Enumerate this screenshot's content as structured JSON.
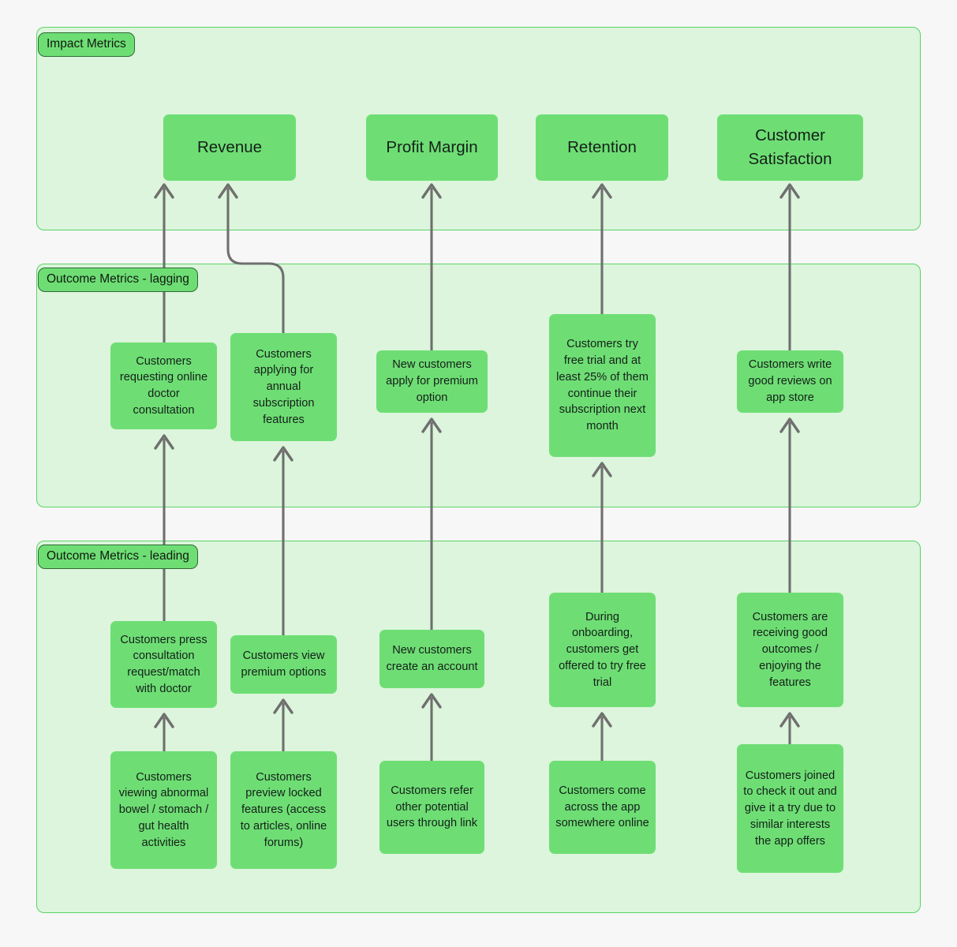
{
  "page": {
    "background": "#f7f7f7",
    "node_fill": "#6ede74",
    "lane_fill": "#dcf5dc",
    "lane_border": "#5ad465",
    "label_border": "#2d6b33",
    "arrow_color": "#6f6f6f"
  },
  "lanes": [
    {
      "id": "impact",
      "label": "Impact Metrics"
    },
    {
      "id": "lagging",
      "label": "Outcome Metrics - lagging"
    },
    {
      "id": "leading",
      "label": "Outcome Metrics - leading"
    }
  ],
  "nodes": {
    "impact": [
      {
        "id": "revenue",
        "text": "Revenue"
      },
      {
        "id": "profit",
        "text": "Profit Margin"
      },
      {
        "id": "retention",
        "text": "Retention"
      },
      {
        "id": "satisfaction",
        "text": "Customer Satisfaction"
      }
    ],
    "lagging": [
      {
        "id": "lag-consult",
        "text": "Customers requesting online doctor consultation"
      },
      {
        "id": "lag-annual",
        "text": "Customers applying for annual subscription features"
      },
      {
        "id": "lag-premium",
        "text": "New customers apply for premium option"
      },
      {
        "id": "lag-freetrial",
        "text": "Customers try free trial and at least 25% of them continue their subscription next month"
      },
      {
        "id": "lag-reviews",
        "text": "Customers write good reviews on app store"
      }
    ],
    "leading_top": [
      {
        "id": "lead-press",
        "text": "Customers press consultation request/match with doctor"
      },
      {
        "id": "lead-view",
        "text": "Customers view premium options"
      },
      {
        "id": "lead-account",
        "text": "New customers create an account"
      },
      {
        "id": "lead-onboard",
        "text": "During onboarding, customers get offered to try free trial"
      },
      {
        "id": "lead-outcomes",
        "text": "Customers are receiving good outcomes / enjoying the features"
      }
    ],
    "leading_bottom": [
      {
        "id": "base-viewing",
        "text": "Customers viewing abnormal bowel / stomach / gut health activities"
      },
      {
        "id": "base-preview",
        "text": "Customers preview locked features (access to articles, online forums)"
      },
      {
        "id": "base-refer",
        "text": "Customers refer other potential users through link"
      },
      {
        "id": "base-come",
        "text": "Customers come across the app somewhere online"
      },
      {
        "id": "base-joined",
        "text": "Customers joined to check it out and give it a try due to similar interests the app offers"
      }
    ]
  },
  "edges": [
    {
      "from": "lag-consult",
      "to": "revenue",
      "style": "straight"
    },
    {
      "from": "lag-annual",
      "to": "revenue",
      "style": "curved"
    },
    {
      "from": "lag-premium",
      "to": "profit",
      "style": "straight"
    },
    {
      "from": "lag-freetrial",
      "to": "retention",
      "style": "straight"
    },
    {
      "from": "lag-reviews",
      "to": "satisfaction",
      "style": "straight"
    },
    {
      "from": "lead-press",
      "to": "lag-consult",
      "style": "straight"
    },
    {
      "from": "lead-view",
      "to": "lag-annual",
      "style": "straight"
    },
    {
      "from": "lead-account",
      "to": "lag-premium",
      "style": "straight"
    },
    {
      "from": "lead-onboard",
      "to": "lag-freetrial",
      "style": "straight"
    },
    {
      "from": "lead-outcomes",
      "to": "lag-reviews",
      "style": "straight"
    },
    {
      "from": "base-viewing",
      "to": "lead-press",
      "style": "straight"
    },
    {
      "from": "base-preview",
      "to": "lead-view",
      "style": "straight"
    },
    {
      "from": "base-refer",
      "to": "lead-account",
      "style": "straight"
    },
    {
      "from": "base-come",
      "to": "lead-onboard",
      "style": "straight"
    },
    {
      "from": "base-joined",
      "to": "lead-outcomes",
      "style": "straight"
    }
  ]
}
